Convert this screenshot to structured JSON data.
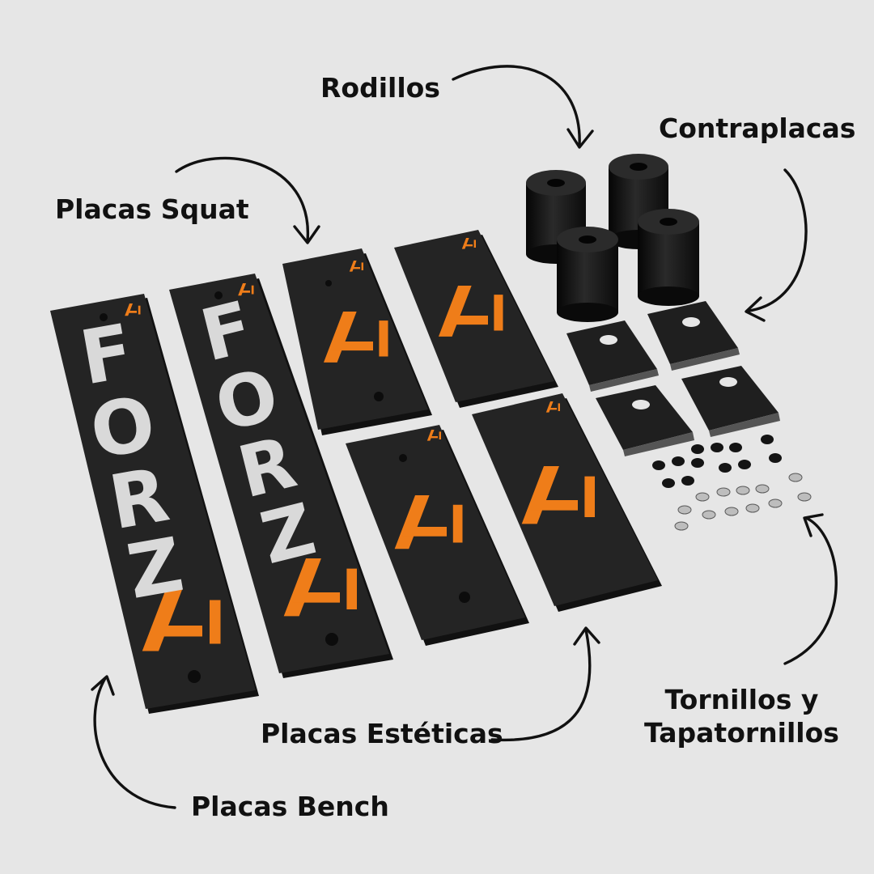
{
  "labels": {
    "rodillos": "Rodillos",
    "contraplacas": "Contraplacas",
    "placas_squat": "Placas Squat",
    "placas_esteticas": "Placas Estéticas",
    "placas_bench": "Placas Bench",
    "tornillos_line1": "Tornillos y",
    "tornillos_line2": "Tapatornillos"
  },
  "plate_text": {
    "brand_letters": [
      "F",
      "O",
      "R",
      "Z"
    ]
  },
  "colors": {
    "background": "#e6e6e6",
    "plate": "#242424",
    "plate_edge": "#111111",
    "brand_orange": "#ef7d19",
    "brand_letters": "#d9d9d9",
    "label_text": "#111111",
    "roller": "#151515",
    "hardware": "#bdbdbd"
  },
  "icons": [
    "brand-logo-icon",
    "arrow-icon"
  ]
}
